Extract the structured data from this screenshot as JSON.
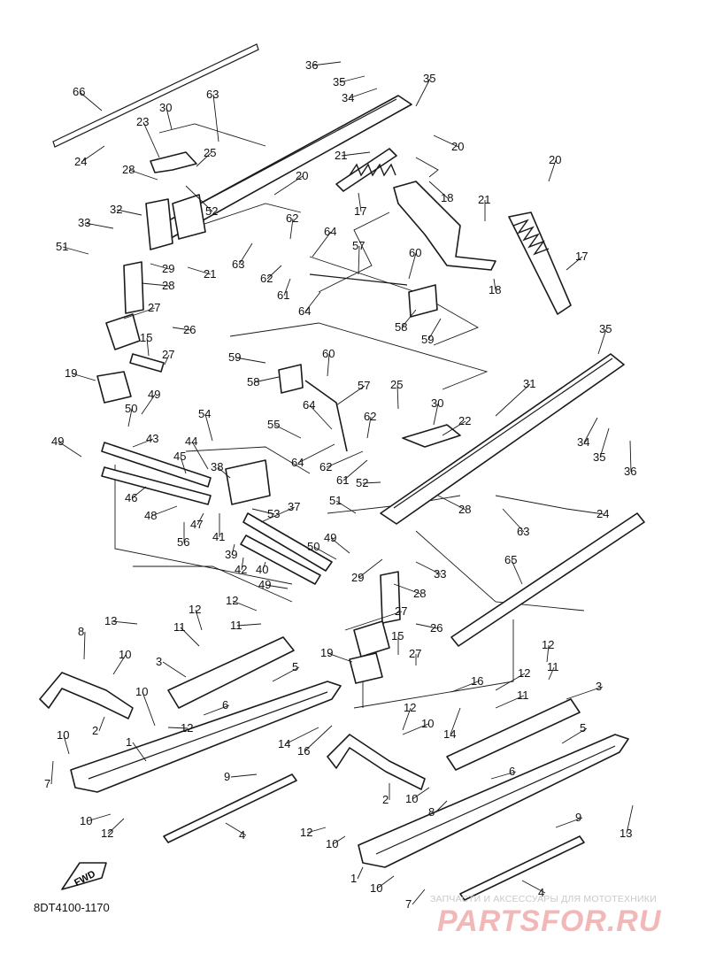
{
  "drawing_code": "8DT4100-1170",
  "fwd_label": "FWD",
  "watermark": {
    "caption": "ЗАПЧАСТИ И АКСЕССУАРЫ ДЛЯ МОТОТЕХНИКИ",
    "logo": "PARTSFOR.RU"
  },
  "colors": {
    "line": "#1a1a1a",
    "watermark_logo": "#f2b8b8",
    "watermark_caption": "#c9c9c9"
  },
  "callouts": [
    {
      "id": "c-36a",
      "text": "36"
    },
    {
      "id": "c-35a",
      "text": "35"
    },
    {
      "id": "c-35b",
      "text": "35"
    },
    {
      "id": "c-34a",
      "text": "34"
    },
    {
      "id": "c-66",
      "text": "66"
    },
    {
      "id": "c-63a",
      "text": "63"
    },
    {
      "id": "c-30a",
      "text": "30"
    },
    {
      "id": "c-23",
      "text": "23"
    },
    {
      "id": "c-25a",
      "text": "25"
    },
    {
      "id": "c-24a",
      "text": "24"
    },
    {
      "id": "c-28a",
      "text": "28"
    },
    {
      "id": "c-20a",
      "text": "20"
    },
    {
      "id": "c-21a",
      "text": "21"
    },
    {
      "id": "c-20b",
      "text": "20"
    },
    {
      "id": "c-52a",
      "text": "52"
    },
    {
      "id": "c-17a",
      "text": "17"
    },
    {
      "id": "c-18a",
      "text": "18"
    },
    {
      "id": "c-20c",
      "text": "20"
    },
    {
      "id": "c-32",
      "text": "32"
    },
    {
      "id": "c-33a",
      "text": "33"
    },
    {
      "id": "c-62a",
      "text": "62"
    },
    {
      "id": "c-21b",
      "text": "21"
    },
    {
      "id": "c-64a",
      "text": "64"
    },
    {
      "id": "c-51a",
      "text": "51"
    },
    {
      "id": "c-63b",
      "text": "63"
    },
    {
      "id": "c-29a",
      "text": "29"
    },
    {
      "id": "c-21c",
      "text": "21"
    },
    {
      "id": "c-57a",
      "text": "57"
    },
    {
      "id": "c-60a",
      "text": "60"
    },
    {
      "id": "c-17b",
      "text": "17"
    },
    {
      "id": "c-62b",
      "text": "62"
    },
    {
      "id": "c-28b",
      "text": "28"
    },
    {
      "id": "c-61a",
      "text": "61"
    },
    {
      "id": "c-18b",
      "text": "18"
    },
    {
      "id": "c-64b",
      "text": "64"
    },
    {
      "id": "c-27a",
      "text": "27"
    },
    {
      "id": "c-26a",
      "text": "26"
    },
    {
      "id": "c-58a",
      "text": "58"
    },
    {
      "id": "c-59a",
      "text": "59"
    },
    {
      "id": "c-15a",
      "text": "15"
    },
    {
      "id": "c-27b",
      "text": "27"
    },
    {
      "id": "c-35c",
      "text": "35"
    },
    {
      "id": "c-19a",
      "text": "19"
    },
    {
      "id": "c-59b",
      "text": "59"
    },
    {
      "id": "c-60b",
      "text": "60"
    },
    {
      "id": "c-31",
      "text": "31"
    },
    {
      "id": "c-58b",
      "text": "58"
    },
    {
      "id": "c-57b",
      "text": "57"
    },
    {
      "id": "c-25b",
      "text": "25"
    },
    {
      "id": "c-49a",
      "text": "49"
    },
    {
      "id": "c-30b",
      "text": "30"
    },
    {
      "id": "c-64c",
      "text": "64"
    },
    {
      "id": "c-50a",
      "text": "50"
    },
    {
      "id": "c-22",
      "text": "22"
    },
    {
      "id": "c-54",
      "text": "54"
    },
    {
      "id": "c-62c",
      "text": "62"
    },
    {
      "id": "c-49b",
      "text": "49"
    },
    {
      "id": "c-43",
      "text": "43"
    },
    {
      "id": "c-55",
      "text": "55"
    },
    {
      "id": "c-34b",
      "text": "34"
    },
    {
      "id": "c-44",
      "text": "44"
    },
    {
      "id": "c-64d",
      "text": "64"
    },
    {
      "id": "c-35d",
      "text": "35"
    },
    {
      "id": "c-36b",
      "text": "36"
    },
    {
      "id": "c-45",
      "text": "45"
    },
    {
      "id": "c-62d",
      "text": "62"
    },
    {
      "id": "c-38",
      "text": "38"
    },
    {
      "id": "c-61b",
      "text": "61"
    },
    {
      "id": "c-52b",
      "text": "52"
    },
    {
      "id": "c-28c",
      "text": "28"
    },
    {
      "id": "c-46",
      "text": "46"
    },
    {
      "id": "c-51b",
      "text": "51"
    },
    {
      "id": "c-24b",
      "text": "24"
    },
    {
      "id": "c-48",
      "text": "48"
    },
    {
      "id": "c-37",
      "text": "37"
    },
    {
      "id": "c-47",
      "text": "47"
    },
    {
      "id": "c-53",
      "text": "53"
    },
    {
      "id": "c-63c",
      "text": "63"
    },
    {
      "id": "c-41",
      "text": "41"
    },
    {
      "id": "c-56",
      "text": "56"
    },
    {
      "id": "c-49c",
      "text": "49"
    },
    {
      "id": "c-39",
      "text": "39"
    },
    {
      "id": "c-50b",
      "text": "50"
    },
    {
      "id": "c-65",
      "text": "65"
    },
    {
      "id": "c-42",
      "text": "42"
    },
    {
      "id": "c-40",
      "text": "40"
    },
    {
      "id": "c-29b",
      "text": "29"
    },
    {
      "id": "c-33b",
      "text": "33"
    },
    {
      "id": "c-49d",
      "text": "49"
    },
    {
      "id": "c-28d",
      "text": "28"
    },
    {
      "id": "c-12a",
      "text": "12"
    },
    {
      "id": "c-27c",
      "text": "27"
    },
    {
      "id": "c-13a",
      "text": "13"
    },
    {
      "id": "c-12b",
      "text": "12"
    },
    {
      "id": "c-11a",
      "text": "11"
    },
    {
      "id": "c-26b",
      "text": "26"
    },
    {
      "id": "c-11b",
      "text": "11"
    },
    {
      "id": "c-8a",
      "text": "8"
    },
    {
      "id": "c-15b",
      "text": "15"
    },
    {
      "id": "c-27d",
      "text": "27"
    },
    {
      "id": "c-10a",
      "text": "10"
    },
    {
      "id": "c-3a",
      "text": "3"
    },
    {
      "id": "c-19b",
      "text": "19"
    },
    {
      "id": "c-12c",
      "text": "12"
    },
    {
      "id": "c-5a",
      "text": "5"
    },
    {
      "id": "c-16a",
      "text": "16"
    },
    {
      "id": "c-11c",
      "text": "11"
    },
    {
      "id": "c-12d",
      "text": "12"
    },
    {
      "id": "c-11d",
      "text": "11"
    },
    {
      "id": "c-10b",
      "text": "10"
    },
    {
      "id": "c-6a",
      "text": "6"
    },
    {
      "id": "c-3b",
      "text": "3"
    },
    {
      "id": "c-12e",
      "text": "12"
    },
    {
      "id": "c-2a",
      "text": "2"
    },
    {
      "id": "c-12f",
      "text": "12"
    },
    {
      "id": "c-10c",
      "text": "10"
    },
    {
      "id": "c-14a",
      "text": "14"
    },
    {
      "id": "c-10d",
      "text": "10"
    },
    {
      "id": "c-14b",
      "text": "14"
    },
    {
      "id": "c-16b",
      "text": "16"
    },
    {
      "id": "c-5b",
      "text": "5"
    },
    {
      "id": "c-1a",
      "text": "1"
    },
    {
      "id": "c-7a",
      "text": "7"
    },
    {
      "id": "c-6b",
      "text": "6"
    },
    {
      "id": "c-9a",
      "text": "9"
    },
    {
      "id": "c-2b",
      "text": "2"
    },
    {
      "id": "c-10e",
      "text": "10"
    },
    {
      "id": "c-8b",
      "text": "8"
    },
    {
      "id": "c-10f",
      "text": "10"
    },
    {
      "id": "c-12g",
      "text": "12"
    },
    {
      "id": "c-4a",
      "text": "4"
    },
    {
      "id": "c-13b",
      "text": "13"
    },
    {
      "id": "c-9b",
      "text": "9"
    },
    {
      "id": "c-12h",
      "text": "12"
    },
    {
      "id": "c-10g",
      "text": "10"
    },
    {
      "id": "c-1b",
      "text": "1"
    },
    {
      "id": "c-10h",
      "text": "10"
    },
    {
      "id": "c-7b",
      "text": "7"
    },
    {
      "id": "c-4b",
      "text": "4"
    }
  ]
}
